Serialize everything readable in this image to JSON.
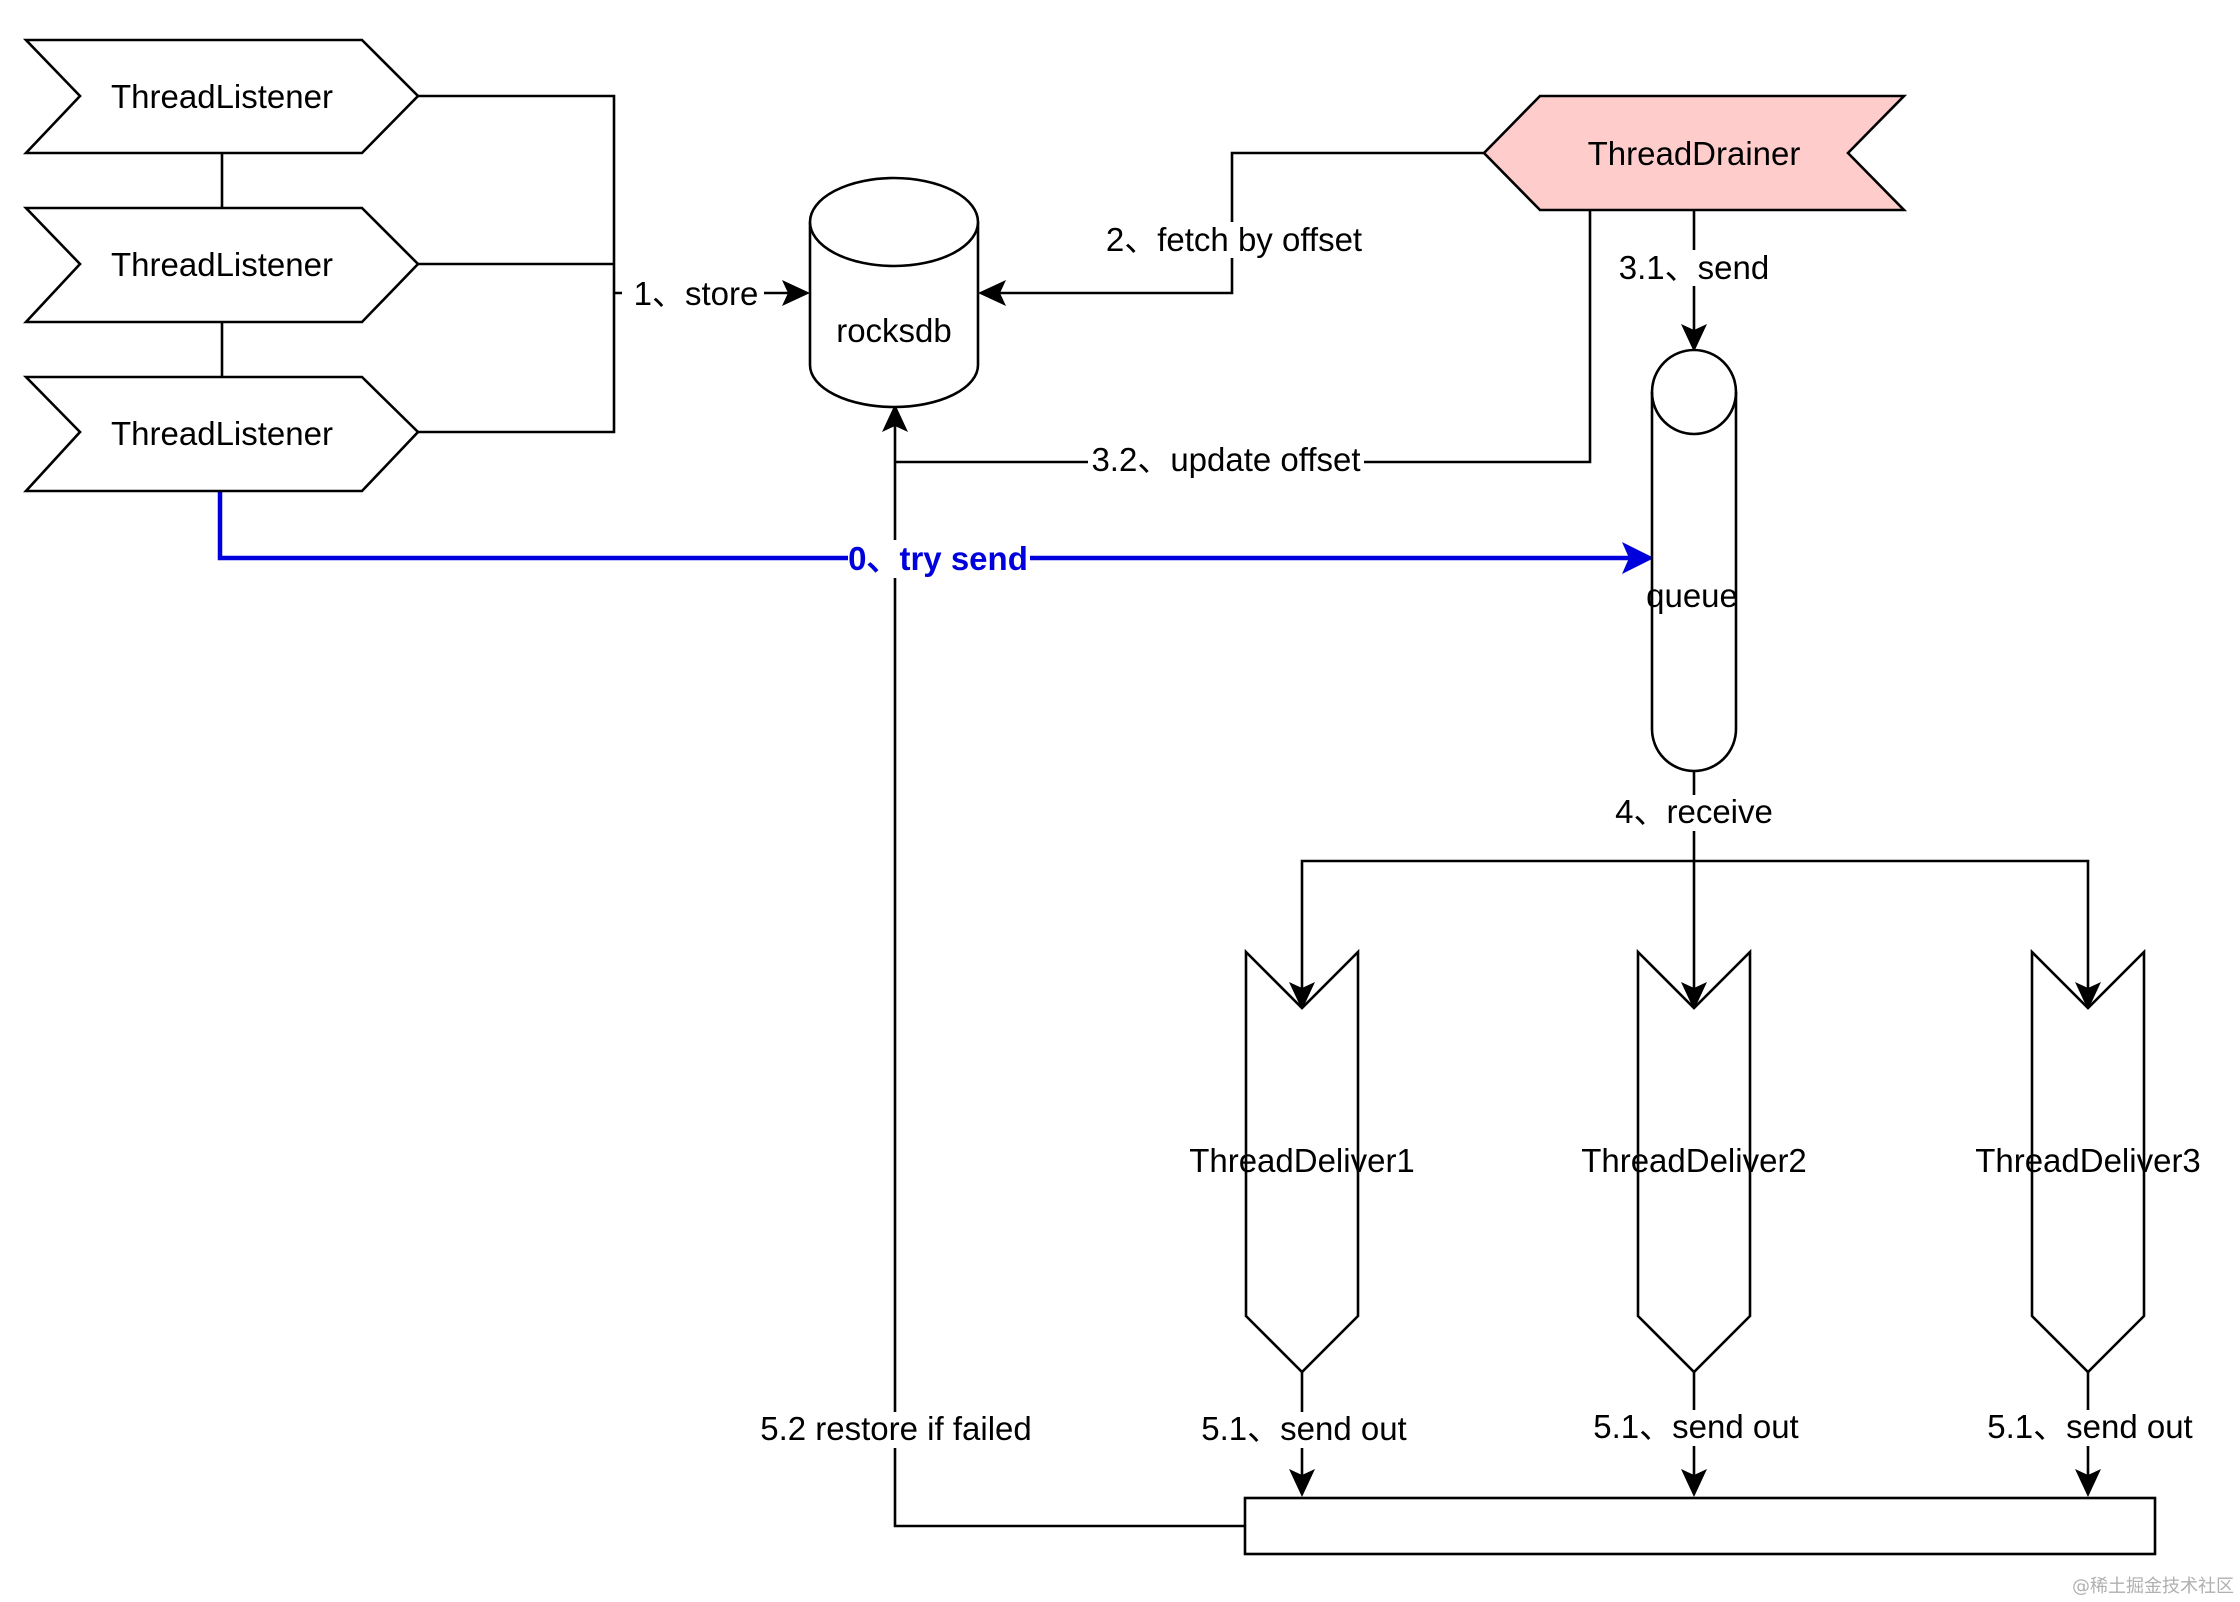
{
  "nodes": {
    "listener_1": "ThreadListener",
    "listener_2": "ThreadListener",
    "listener_3": "ThreadListener",
    "rocksdb": "rocksdb",
    "drainer": "ThreadDrainer",
    "queue": "queue",
    "deliver_1": "ThreadDeliver1",
    "deliver_2": "ThreadDeliver2",
    "deliver_3": "ThreadDeliver3"
  },
  "edges": {
    "try_send": "0、try send",
    "store": "1、store",
    "fetch": "2、fetch by offset",
    "send": "3.1、send",
    "update_offset": "3.2、update offset",
    "receive": "4、receive",
    "send_out_1": "5.1、send out",
    "send_out_2": "5.1、send out",
    "send_out_3": "5.1、send out",
    "restore": "5.2 restore if failed"
  },
  "watermark": "@稀土掘金技术社区",
  "colors": {
    "drainer_fill": "#ffcccc",
    "try_send": "#0000dd",
    "stroke": "#000000"
  }
}
